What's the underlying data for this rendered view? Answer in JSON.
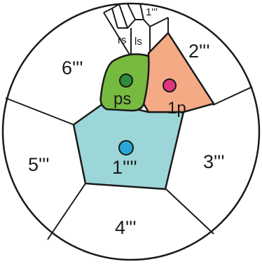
{
  "diagram": {
    "labels": {
      "region_6": "6'''",
      "region_5": "5'''",
      "region_4": "4'''",
      "region_3": "3'''",
      "region_2": "2'''",
      "region_1_top": "1'''",
      "region_1_center": "1''''",
      "region_1p": "1p",
      "region_ps": "ps",
      "region_rs": "rs",
      "region_ls": "ls"
    },
    "colors": {
      "center_pentagon": "#9dd6d8",
      "ps_cell": "#76bb3f",
      "1p_cell": "#f5aa86",
      "outline": "#1a1a1a",
      "dot_ps": "#2e8b3a",
      "dot_1p": "#e0357a",
      "dot_center": "#28a8d8",
      "background": "#ffffff"
    }
  }
}
